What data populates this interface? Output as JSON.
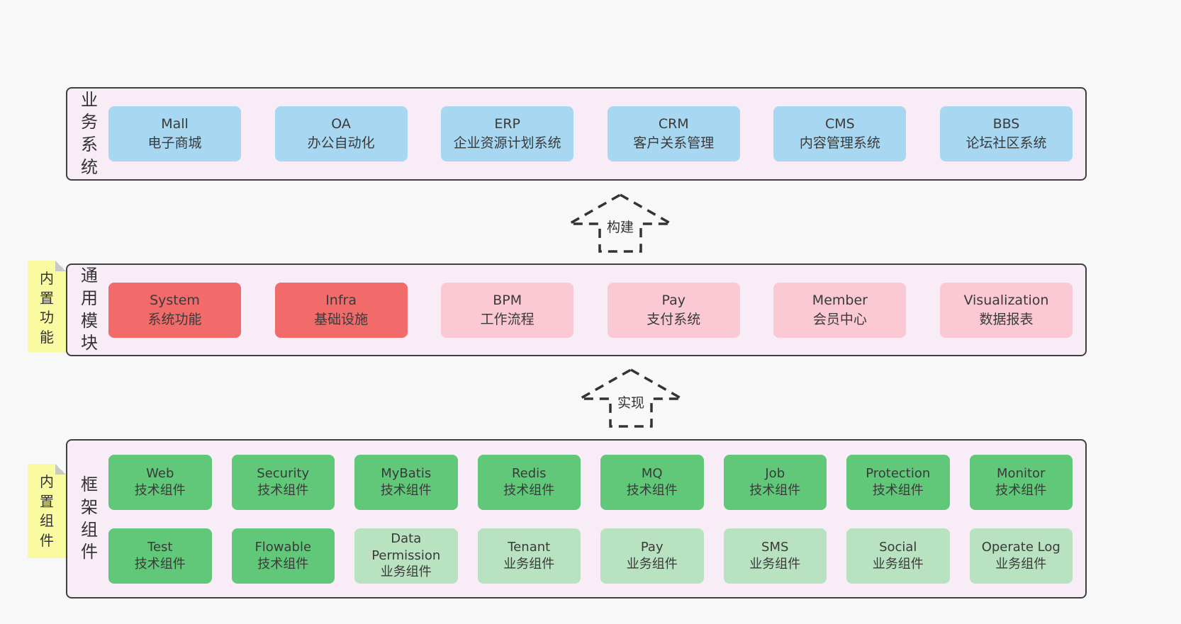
{
  "palette": {
    "blue": "#a8d7f1",
    "red": "#f16b6b",
    "pink": "#fac9d3",
    "green": "#60c878",
    "lightgreen": "#b9e2c1",
    "band_fill": "#f8edf6",
    "band_border": "#3f3f3f",
    "note_yellow": "#fafba1",
    "note_fold": "#c9c9c9",
    "page_bg": "#f8f8f8",
    "text": "#3a3a3a",
    "arrow": "#333333"
  },
  "arrows": [
    {
      "label": "构建"
    },
    {
      "label": "实现"
    }
  ],
  "layers": [
    {
      "label": "业务系统",
      "note": null,
      "boxes": [
        {
          "name": "Mall",
          "desc": "电子商城",
          "variant": "blue"
        },
        {
          "name": "OA",
          "desc": "办公自动化",
          "variant": "blue"
        },
        {
          "name": "ERP",
          "desc": "企业资源计划系统",
          "variant": "blue"
        },
        {
          "name": "CRM",
          "desc": "客户关系管理",
          "variant": "blue"
        },
        {
          "name": "CMS",
          "desc": "内容管理系统",
          "variant": "blue"
        },
        {
          "name": "BBS",
          "desc": "论坛社区系统",
          "variant": "blue"
        }
      ]
    },
    {
      "label": "通用模块",
      "note": "内置功能",
      "boxes": [
        {
          "name": "System",
          "desc": "系统功能",
          "variant": "red"
        },
        {
          "name": "Infra",
          "desc": "基础设施",
          "variant": "red"
        },
        {
          "name": "BPM",
          "desc": "工作流程",
          "variant": "pink"
        },
        {
          "name": "Pay",
          "desc": "支付系统",
          "variant": "pink"
        },
        {
          "name": "Member",
          "desc": "会员中心",
          "variant": "pink"
        },
        {
          "name": "Visualization",
          "desc": "数据报表",
          "variant": "pink"
        }
      ]
    },
    {
      "label": "框架组件",
      "note": "内置组件",
      "boxes": [
        {
          "name": "Web",
          "desc": "技术组件",
          "variant": "green"
        },
        {
          "name": "Security",
          "desc": "技术组件",
          "variant": "green"
        },
        {
          "name": "MyBatis",
          "desc": "技术组件",
          "variant": "green"
        },
        {
          "name": "Redis",
          "desc": "技术组件",
          "variant": "green"
        },
        {
          "name": "MQ",
          "desc": "技术组件",
          "variant": "green"
        },
        {
          "name": "Job",
          "desc": "技术组件",
          "variant": "green"
        },
        {
          "name": "Protection",
          "desc": "技术组件",
          "variant": "green"
        },
        {
          "name": "Monitor",
          "desc": "技术组件",
          "variant": "green"
        },
        {
          "name": "Test",
          "desc": "技术组件",
          "variant": "green"
        },
        {
          "name": "Flowable",
          "desc": "技术组件",
          "variant": "green"
        },
        {
          "name": "Data Permission",
          "desc": "业务组件",
          "variant": "lightgreen"
        },
        {
          "name": "Tenant",
          "desc": "业务组件",
          "variant": "lightgreen"
        },
        {
          "name": "Pay",
          "desc": "业务组件",
          "variant": "lightgreen"
        },
        {
          "name": "SMS",
          "desc": "业务组件",
          "variant": "lightgreen"
        },
        {
          "name": "Social",
          "desc": "业务组件",
          "variant": "lightgreen"
        },
        {
          "name": "Operate Log",
          "desc": "业务组件",
          "variant": "lightgreen"
        }
      ]
    }
  ]
}
